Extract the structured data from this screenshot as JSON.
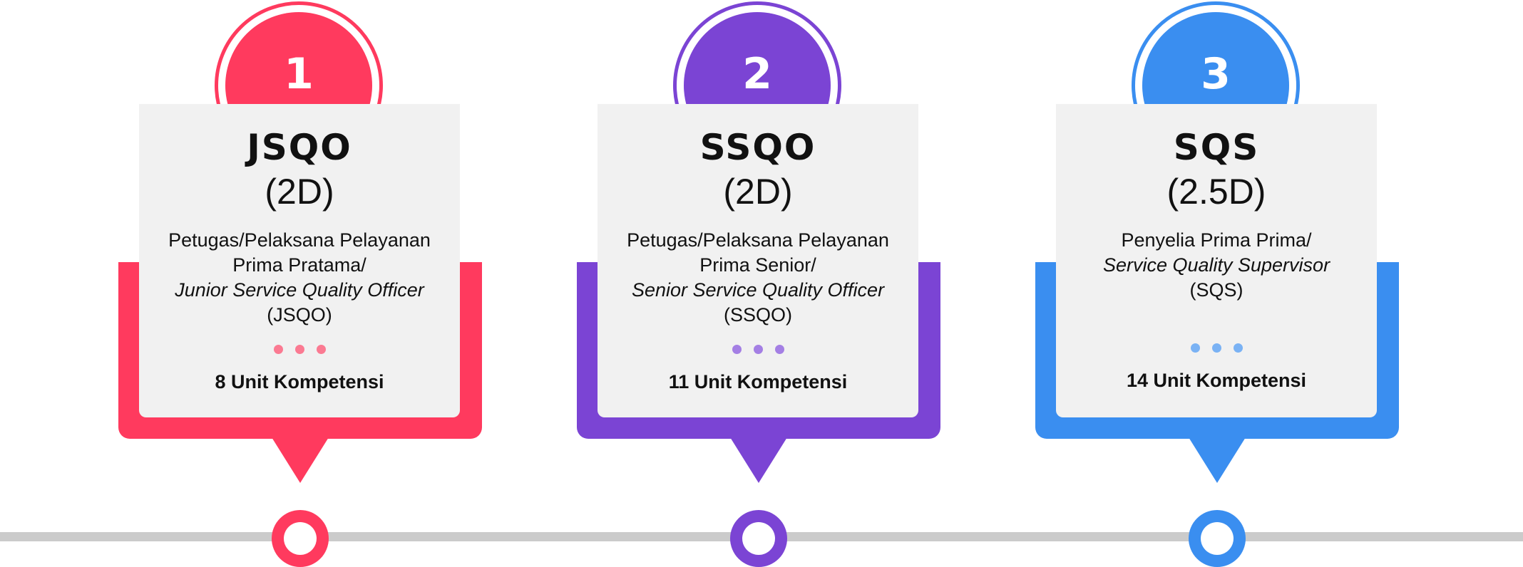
{
  "colors": {
    "step1": "#ff3a5e",
    "step2": "#7b44d4",
    "step3": "#3a8ef0",
    "timeline": "#cbcbcb",
    "card": "#f1f1f1"
  },
  "steps": [
    {
      "number": "1",
      "title": "JSQO",
      "level": "(2D)",
      "desc_plain": "Petugas/Pelaksana Pelayanan Prima Pratama/",
      "desc_italic": "Junior Service Quality Officer",
      "desc_suffix": " (JSQO)",
      "units": "8 Unit Kompetensi"
    },
    {
      "number": "2",
      "title": "SSQO",
      "level": "(2D)",
      "desc_plain": "Petugas/Pelaksana Pelayanan Prima Senior/",
      "desc_italic": "Senior Service Quality Officer",
      "desc_suffix": " (SSQO)",
      "units": "11 Unit Kompetensi"
    },
    {
      "number": "3",
      "title": "SQS",
      "level": "(2.5D)",
      "desc_plain": "Penyelia Prima Prima/",
      "desc_italic": "Service Quality Supervisor",
      "desc_suffix": " (SQS)",
      "units": "14 Unit Kompetensi"
    }
  ]
}
